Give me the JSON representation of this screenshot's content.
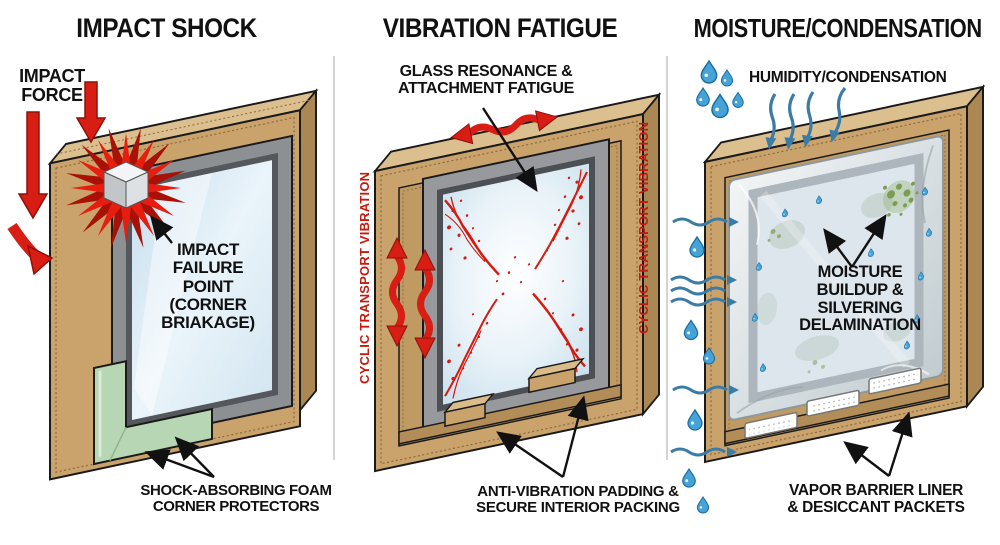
{
  "panels": [
    {
      "id": "impact-shock",
      "title": "IMPACT SHOCK",
      "labels": {
        "impact_force": "IMPACT\nFORCE",
        "failure_point": "IMPACT\nFAILURE\nPOINT\n(CORNER\nBRIAKAGE)",
        "foam_protectors": "SHOCK-ABSORBING FOAM\nCORNER PROTECTORS"
      }
    },
    {
      "id": "vibration-fatigue",
      "title": "VIBRATION FATIGUE",
      "labels": {
        "glass_resonance": "GLASS RESONANCE &\nATTACHMENT FATIGUE",
        "cyclic_left": "CYCLIC TRANSPORT VIBRATION",
        "cyclic_right": "CYCLIC TRANSPORT VIBRATION",
        "anti_vibration": "ANTI-VIBRATION PADDING &\nSECURE INTERIOR PACKING"
      }
    },
    {
      "id": "moisture-condensation",
      "title": "MOISTURE/CONDENSATION",
      "labels": {
        "humidity": "HUMIDITY/CONDENSATION",
        "moisture_buildup": "MOISTURE\nBUILDUP &\nSILVERING\nDELAMINATION",
        "vapor_barrier": "VAPOR BARRIER LINER\n& DESICCANT PACKETS"
      }
    }
  ],
  "colors": {
    "cardboard_front": "#c9a36b",
    "cardboard_top": "#dcbf8e",
    "cardboard_side": "#aa8753",
    "corrugation": "#8a6a3c",
    "frame_gray": "#8d9093",
    "frame_dark": "#54575b",
    "mirror_blue": "#d7e9f3",
    "alert_red": "#d81e14",
    "burst_red": "#e71d10",
    "foam_green": "#b7d6b3",
    "water_blue": "#45a3d8",
    "flow_blue": "#3b7ca6",
    "mold_green": "#7c9c50",
    "plastic_gray": "#d9e0e3",
    "vibration_text_red": "#c41a10",
    "label_black": "#111111",
    "divider_gray": "#d4d4d4",
    "background": "#ffffff"
  }
}
